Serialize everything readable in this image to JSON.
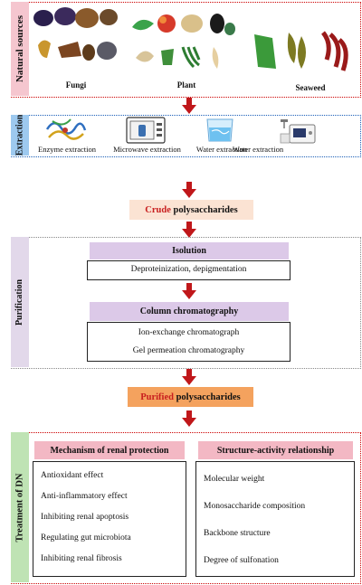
{
  "colors": {
    "red_border": "#cc0000",
    "blue_border": "#1b5fb8",
    "arrow": "#c0171a",
    "natural_tab": "#f5c6cf",
    "extraction_tab": "#9dc9ef",
    "purification_tab": "#e2d8ea",
    "dn_tab": "#bfe3b4",
    "crude_fill": "#fbe3d3",
    "purified_fill": "#f4a25e",
    "highlight_red": "#c81e1e",
    "lavender_header": "#dcc9e8",
    "pink_header": "#f3b8c4"
  },
  "natural_sources": {
    "label": "Natural sources",
    "groups": [
      "Fungi",
      "Plant",
      "Seaweed"
    ]
  },
  "extraction": {
    "label": "Extraction",
    "methods": [
      "Enzyme extraction",
      "Microwave extraction",
      "Water extraction",
      "Water extraction"
    ]
  },
  "crude": {
    "highlight": "Crude",
    "rest": " polysaccharides"
  },
  "purification": {
    "label": "Purification",
    "step1_title": "Isolution",
    "step1_detail": "Deproteinization, depigmentation",
    "step2_title": "Column chromatography",
    "step2_lines": [
      "Ion-exchange chromatograph",
      "Gel permeation chromatography"
    ]
  },
  "purified": {
    "highlight": "Purified",
    "rest": " polysaccharides"
  },
  "treatment": {
    "label": "Treatment of DN",
    "left_title": "Mechanism of renal protection",
    "left_items": [
      "Antioxidant effect",
      "Anti-inflammatory effect",
      "Inhibiting renal apoptosis",
      "Regulating gut microbiota",
      "Inhibiting renal fibrosis"
    ],
    "right_title": "Structure-activity relationship",
    "right_items": [
      "Molecular weight",
      "Monosaccharide composition",
      "Backbone structure",
      "Degree of sulfonation"
    ]
  }
}
